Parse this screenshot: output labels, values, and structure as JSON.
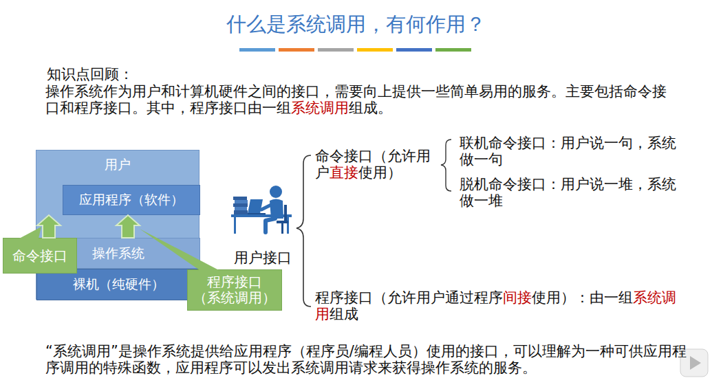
{
  "diagram": {
    "title": "什么是系统调用，有何作用？",
    "nodes": [
      {
        "text": [
          "用户"
        ]
      },
      {
        "text": [
          "应用程序（软件）"
        ],
        "in": 0
      },
      {
        "text": [
          "操作系统"
        ],
        "in": 0
      },
      {
        "text": [
          "裸机（纯硬件）"
        ],
        "in": 0
      },
      {
        "text": [
          "命令接口"
        ]
      },
      {
        "text": [
          "程序接口（系统调用）"
        ]
      }
    ],
    "edges": [
      {
        "from": 2,
        "to": 0,
        "arrow": "to"
      },
      {
        "from": 2,
        "to": 1,
        "arrow": "to"
      }
    ],
    "labels": [
      "知识点回顾：",
      "操作系统作为用户和计算机硬件之间的接口，需要向上提供一些简单易用的服务。主要包括命令接口和程序接口。其中，程序接口由一组",
      "系统调用",
      "组成。",
      "用户接口",
      "命令接口（允许用户",
      "直接",
      "使用）",
      "联机命令接口：用户说一句，系统做一句",
      "脱机命令接口：用户说一堆，系统做一堆",
      "程序接口（允许用户通过程序",
      "间接",
      "使用）：由一组",
      "系统调用",
      "组成",
      "“系统调用”是操作系统提供给应用程序（程序员/编程人员）使用的接口，可以理解为一种可供应用程序调用的特殊函数，应用程序可以发出系统调用请求来获得操作系统的服务。"
    ]
  }
}
